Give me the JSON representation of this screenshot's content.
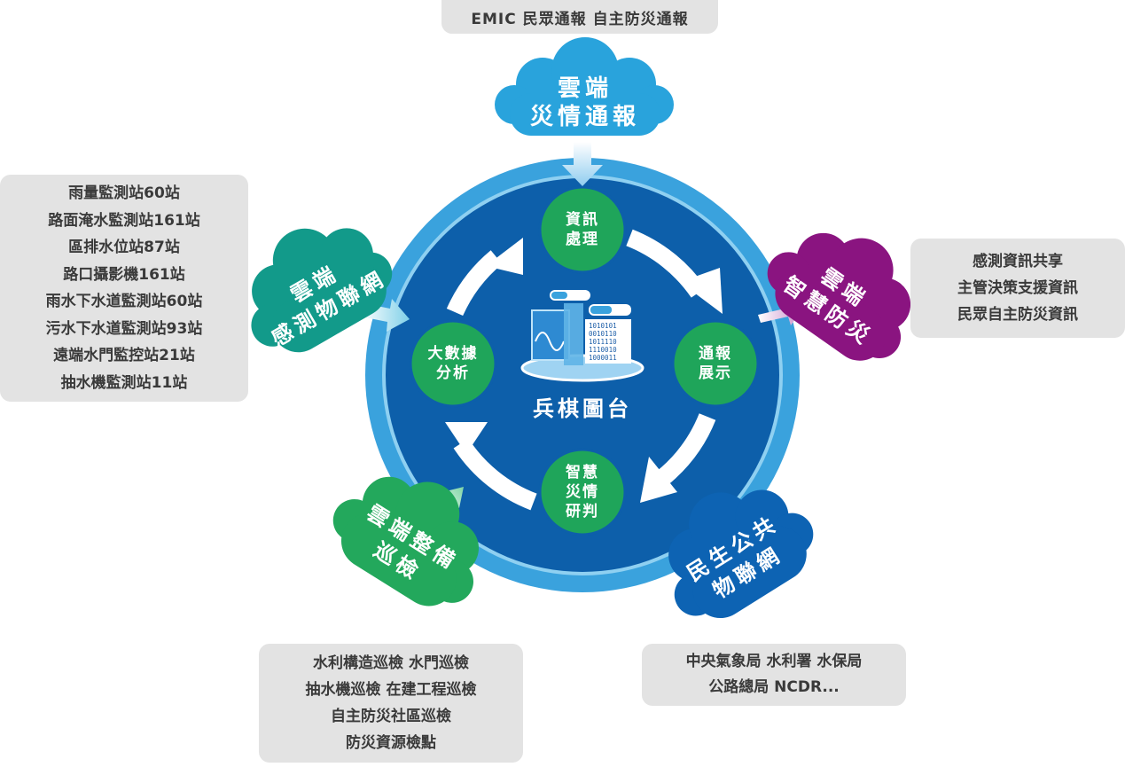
{
  "top_source": "EMIC 民眾通報 自主防災通報",
  "sensor_list": [
    "雨量監測站60站",
    "路面淹水監測站161站",
    "區排水位站87站",
    "路口攝影機161站",
    "雨水下水道監測站60站",
    "污水下水道監測站93站",
    "遠端水門監控站21站",
    "抽水機監測站11站"
  ],
  "share_list": [
    "感測資訊共享",
    "主管決策支援資訊",
    "民眾自主防災資訊"
  ],
  "patrol_list": [
    "水利構造巡檢 水門巡檢",
    "抽水機巡檢 在建工程巡檢",
    "自主防災社區巡檢",
    "防災資源檢點"
  ],
  "agency_list": [
    "中央氣象局 水利署 水保局",
    "公路總局 NCDR..."
  ],
  "clouds": {
    "report": [
      "雲端",
      "災情通報"
    ],
    "iot": [
      "雲端",
      "感測物聯網"
    ],
    "smart": [
      "雲端",
      "智慧防災"
    ],
    "inspect": [
      "雲端整備",
      "巡檢"
    ],
    "civic": [
      "民生公共",
      "物聯網"
    ]
  },
  "nodes": {
    "process": [
      "資訊",
      "處理"
    ],
    "report": [
      "通報",
      "展示"
    ],
    "research": [
      "智慧",
      "災情",
      "研判"
    ],
    "analysis": [
      "大數據",
      "分析"
    ]
  },
  "center_title": "兵棋圖台",
  "center_bits": [
    "1010101",
    "0010110",
    "1011110",
    "1110010",
    "1000011"
  ],
  "colors": {
    "ring_outer": "#3aa2dd",
    "ring_inner": "#0d5faa",
    "node_green": "#1fa55a",
    "cloud_blue": "#29a3dc",
    "cloud_teal": "#129a8a",
    "cloud_purple": "#8a1480",
    "cloud_green": "#23a85c",
    "cloud_navy": "#0d63b3",
    "box_gray": "#e3e3e3"
  }
}
